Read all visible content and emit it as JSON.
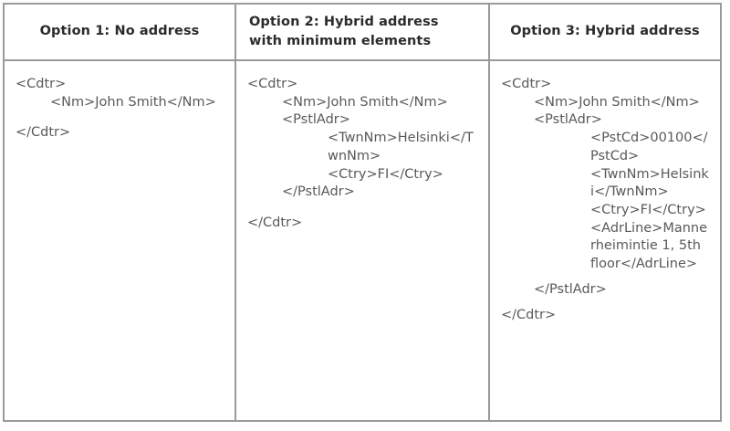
{
  "table": {
    "columns": [
      {
        "id": "option-1",
        "header": "Option 1: No address",
        "header_align": "center",
        "lines": [
          {
            "text": "<Cdtr>",
            "indent": 0
          },
          {
            "text": "<Nm>John Smith</Nm>",
            "indent": 1
          },
          {
            "spacer": "md"
          },
          {
            "text": "</Cdtr>",
            "indent": 0
          }
        ]
      },
      {
        "id": "option-2",
        "header": "Option 2: Hybrid address with minimum elements",
        "header_align": "left",
        "lines": [
          {
            "text": "<Cdtr>",
            "indent": 0
          },
          {
            "text": "<Nm>John Smith</Nm>",
            "indent": 1
          },
          {
            "text": "<PstlAdr>",
            "indent": 1
          },
          {
            "text": "<TwnNm>Helsinki</TwnNm>",
            "indent": 2
          },
          {
            "text": "<Ctry>FI</Ctry>",
            "indent": 2
          },
          {
            "text": "</PstlAdr>",
            "indent": 1
          },
          {
            "spacer": "md"
          },
          {
            "text": "</Cdtr>",
            "indent": 0
          }
        ]
      },
      {
        "id": "option-3",
        "header": "Option 3: Hybrid address",
        "header_align": "center",
        "lines": [
          {
            "text": "<Cdtr>",
            "indent": 0
          },
          {
            "text": "<Nm>John Smith</Nm>",
            "indent": 1
          },
          {
            "text": "<PstlAdr>",
            "indent": 1
          },
          {
            "text": "<PstCd>00100</PstCd>",
            "indent": 2
          },
          {
            "text": "<TwnNm>Helsinki</TwnNm>",
            "indent": 2
          },
          {
            "text": "<Ctry>FI</Ctry>",
            "indent": 2
          },
          {
            "text": "<AdrLine>Mannerheimintie 1, 5th floor</AdrLine>",
            "indent": 2
          },
          {
            "spacer": "sm"
          },
          {
            "text": "</PstlAdr>",
            "indent": 1
          },
          {
            "spacer": "sm"
          },
          {
            "text": "</Cdtr>",
            "indent": 0
          }
        ]
      }
    ],
    "colors": {
      "border": "#9a9a9a",
      "header_text": "#2b2b2b",
      "code_text": "#59595b",
      "background": "#ffffff"
    }
  }
}
